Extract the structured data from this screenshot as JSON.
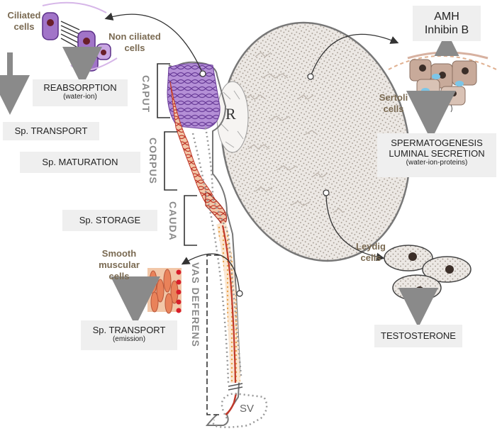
{
  "boxes": {
    "reabsorption": {
      "main": "REABSORPTION",
      "sub": "(water-ion)"
    },
    "sp_transport_top": {
      "main": "Sp. TRANSPORT"
    },
    "sp_maturation": {
      "main": "Sp. MATURATION"
    },
    "sp_storage": {
      "main": "Sp. STORAGE"
    },
    "sp_transport_emission": {
      "main": "Sp. TRANSPORT",
      "sub": "(emission)"
    },
    "amh": {
      "line1": "AMH",
      "line2": "Inhibin B"
    },
    "spermatogenesis": {
      "line1": "SPERMATOGENESIS",
      "line2": "LUMINAL SECRETION",
      "sub": "(water-ion-proteins)"
    },
    "testosterone": {
      "main": "TESTOSTERONE"
    }
  },
  "cell_labels": {
    "ciliated": [
      "Ciliated",
      "cells"
    ],
    "non_ciliated": [
      "Non ciliated",
      "cells"
    ],
    "sertoli": [
      "Sertoli",
      "cells"
    ],
    "leydig": [
      "Leydig",
      "cells"
    ],
    "smooth": [
      "Smooth",
      "muscular",
      "cells"
    ]
  },
  "regions": {
    "caput": "CAPUT",
    "corpus": "CORPUS",
    "cauda": "CAUDA",
    "vas_deferens": "VAS DEFERENS"
  },
  "markers": {
    "rete": "R",
    "seminal_vesicle": "SV"
  },
  "colors": {
    "label_brown": "#7a6a52",
    "box_bg": "#efefef",
    "epididymis_purple": "#9b6fc0",
    "tubule_red": "#c0392b",
    "orange_dots": "#e8a04a",
    "testis_fill": "#dcd6d0",
    "arrow_gray": "#8a8a8a"
  }
}
